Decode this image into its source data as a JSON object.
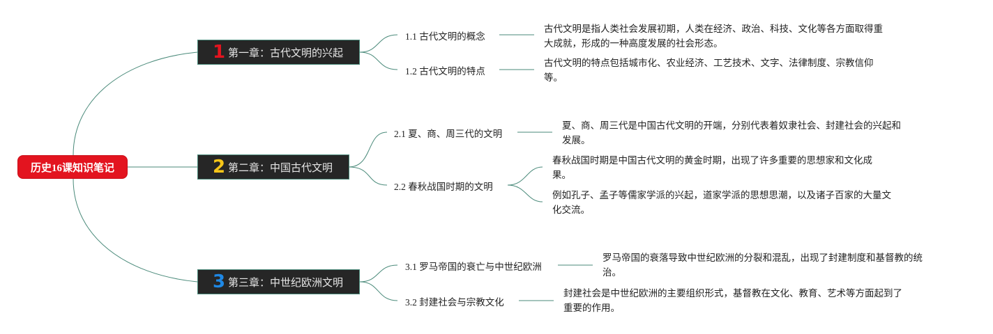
{
  "root": {
    "label": "历史16课知识笔记"
  },
  "colors": {
    "root": "#e3141f",
    "chapter_bg": "#262626",
    "line": "#4a8a7a",
    "num1": "#e3141f",
    "num2": "#f5c518",
    "num3": "#1e88e5"
  },
  "chapters": [
    {
      "num": "1",
      "label": "第一章：古代文明的兴起",
      "subs": [
        {
          "label": "1.1 古代文明的概念",
          "notes": [
            "古代文明是指人类社会发展初期，人类在经济、政治、科技、文化等各方面取得重大成就，形成的一种高度发展的社会形态。"
          ]
        },
        {
          "label": "1.2 古代文明的特点",
          "notes": [
            "古代文明的特点包括城市化、农业经济、工艺技术、文字、法律制度、宗教信仰等。"
          ]
        }
      ]
    },
    {
      "num": "2",
      "label": "第二章：中国古代文明",
      "subs": [
        {
          "label": "2.1 夏、商、周三代的文明",
          "notes": [
            "夏、商、周三代是中国古代文明的开端，分别代表着奴隶社会、封建社会的兴起和发展。"
          ]
        },
        {
          "label": "2.2 春秋战国时期的文明",
          "notes": [
            "春秋战国时期是中国古代文明的黄金时期，出现了许多重要的思想家和文化成果。",
            "例如孔子、孟子等儒家学派的兴起，道家学派的思想思潮，以及诸子百家的大量文化交流。"
          ]
        }
      ]
    },
    {
      "num": "3",
      "label": "第三章：中世纪欧洲文明",
      "subs": [
        {
          "label": "3.1 罗马帝国的衰亡与中世纪欧洲",
          "notes": [
            "罗马帝国的衰落导致中世纪欧洲的分裂和混乱，出现了封建制度和基督教的统治。"
          ]
        },
        {
          "label": "3.2 封建社会与宗教文化",
          "notes": [
            "封建社会是中世纪欧洲的主要组织形式，基督教在文化、教育、艺术等方面起到了重要的作用。"
          ]
        }
      ]
    }
  ]
}
